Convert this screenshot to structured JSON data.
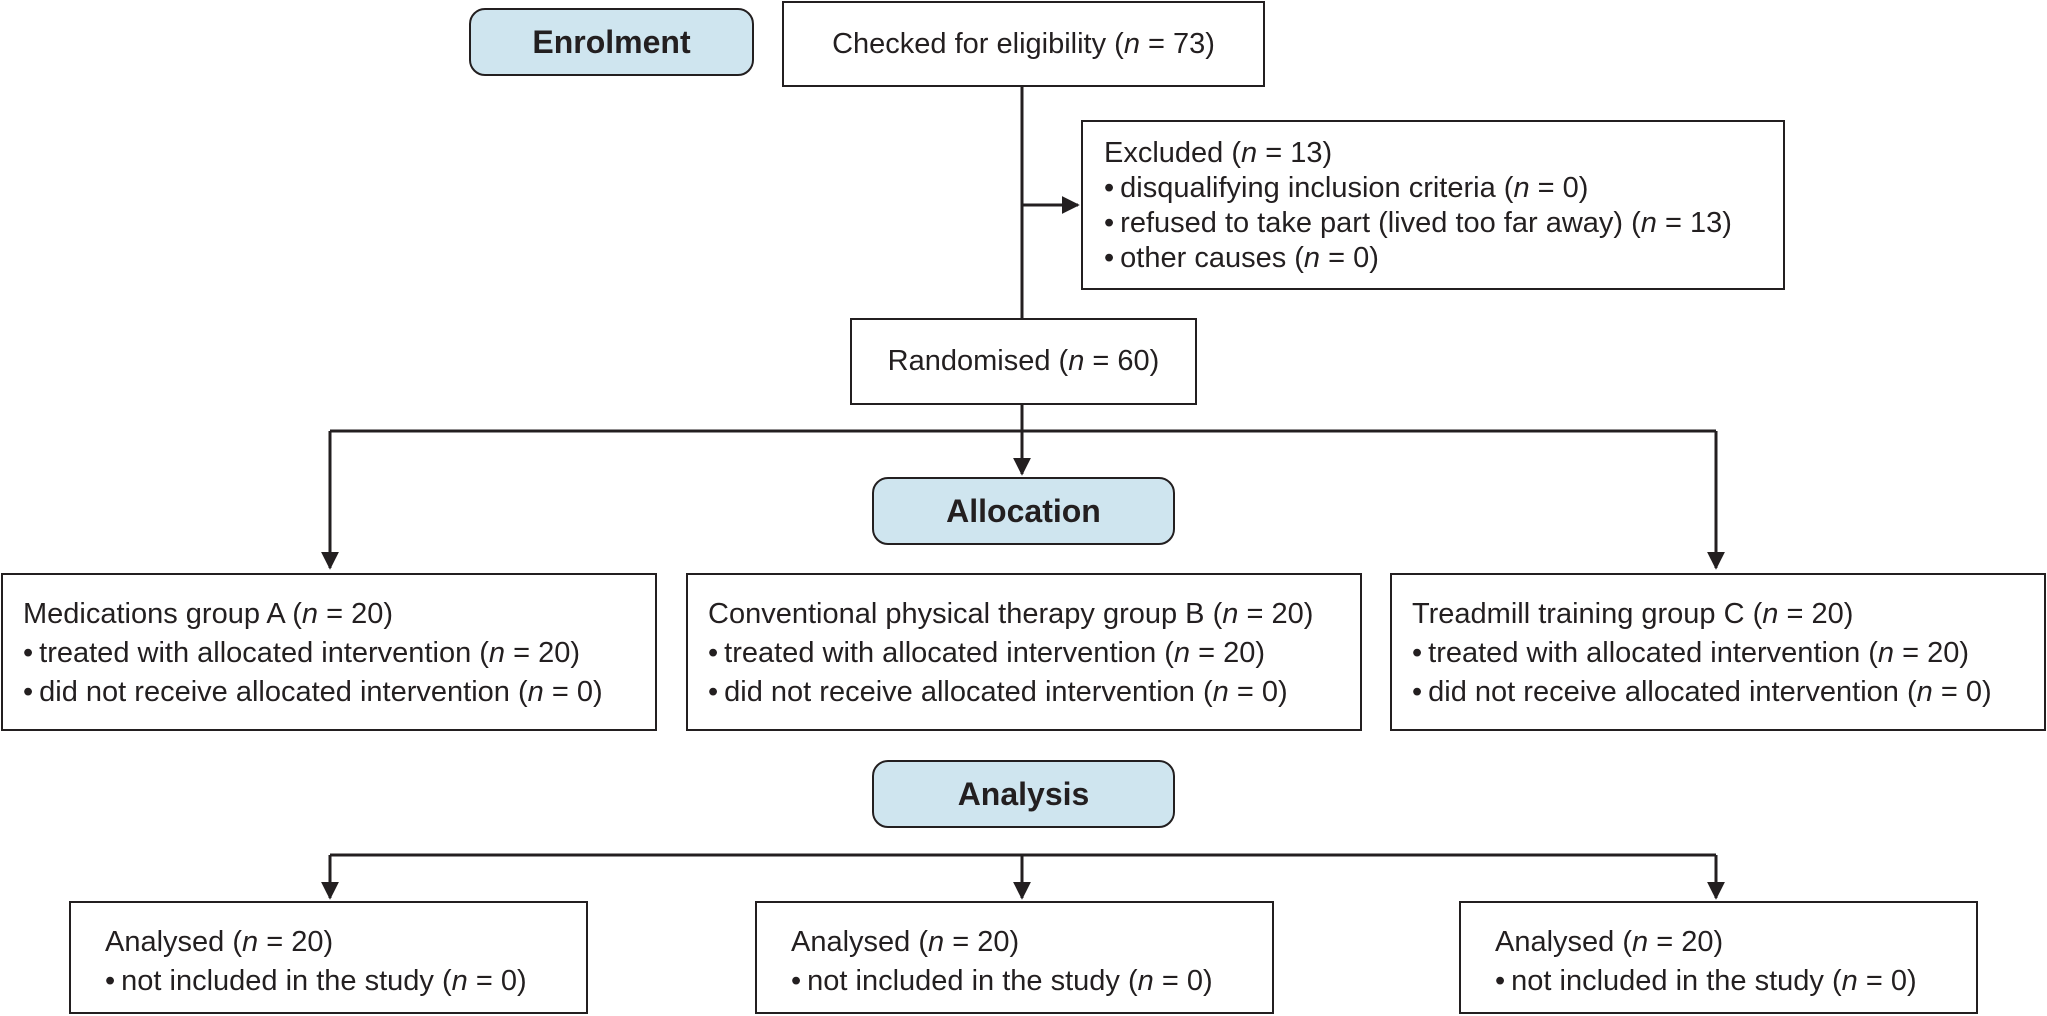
{
  "colors": {
    "stage_fill": "#cfe5ef",
    "stroke": "#231f20",
    "box_fill": "#ffffff"
  },
  "stages": {
    "enrolment": "Enrolment",
    "allocation": "Allocation",
    "analysis": "Analysis"
  },
  "enrolment": {
    "checked": {
      "pre": "Checked for eligibility (",
      "n": "n",
      "post": " = 73)"
    },
    "excluded": {
      "head": {
        "pre": "Excluded (",
        "n": "n",
        "post": " = 13)"
      },
      "bullet": "•",
      "items": [
        {
          "pre": "disqualifying inclusion criteria (",
          "n": "n",
          "post": " = 0)"
        },
        {
          "pre": "refused to take part (lived too far away) (",
          "n": "n",
          "post": " = 13)"
        },
        {
          "pre": "other causes (",
          "n": "n",
          "post": " = 0)"
        }
      ]
    },
    "randomised": {
      "pre": "Randomised (",
      "n": "n",
      "post": " = 60)"
    }
  },
  "groups": [
    {
      "title": {
        "pre": "Medications group A (",
        "n": "n",
        "post": " = 20)"
      },
      "lines": [
        {
          "pre": "treated with allocated intervention (",
          "n": "n",
          "post": " = 20)"
        },
        {
          "pre": "did not receive allocated intervention (",
          "n": "n",
          "post": " = 0)"
        }
      ]
    },
    {
      "title": {
        "pre": "Conventional physical therapy group B (",
        "n": "n",
        "post": " = 20)"
      },
      "lines": [
        {
          "pre": "treated with allocated intervention (",
          "n": "n",
          "post": " = 20)"
        },
        {
          "pre": "did not receive allocated intervention (",
          "n": "n",
          "post": " = 0)"
        }
      ]
    },
    {
      "title": {
        "pre": "Treadmill training group C (",
        "n": "n",
        "post": " = 20)"
      },
      "lines": [
        {
          "pre": "treated with allocated intervention (",
          "n": "n",
          "post": " = 20)"
        },
        {
          "pre": "did not receive allocated intervention (",
          "n": "n",
          "post": " = 0)"
        }
      ]
    }
  ],
  "analysis": [
    {
      "title": {
        "pre": "Analysed (",
        "n": "n",
        "post": " = 20)"
      },
      "line": {
        "pre": "not included in the study (",
        "n": "n",
        "post": " = 0)"
      }
    },
    {
      "title": {
        "pre": "Analysed (",
        "n": "n",
        "post": " = 20)"
      },
      "line": {
        "pre": "not included in the study (",
        "n": "n",
        "post": " = 0)"
      }
    },
    {
      "title": {
        "pre": "Analysed (",
        "n": "n",
        "post": " = 20)"
      },
      "line": {
        "pre": "not included in the study (",
        "n": "n",
        "post": " = 0)"
      }
    }
  ]
}
